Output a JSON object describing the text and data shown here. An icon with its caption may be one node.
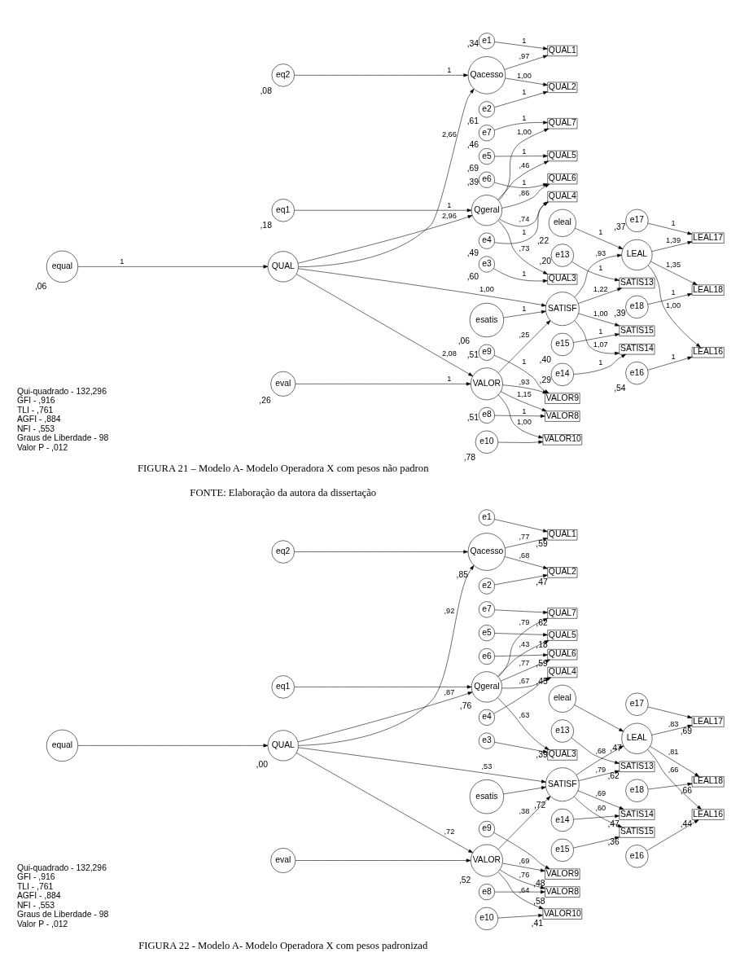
{
  "diagram": {
    "nodes": [
      {
        "text": [
          "eq2"
        ],
        "beside": [
          ",08"
        ]
      },
      {
        "text": [
          "e1"
        ],
        "beside": [
          ",34"
        ]
      },
      {
        "text": [
          "QUAL1"
        ]
      },
      {
        "text": [
          "Qacesso"
        ]
      },
      {
        "text": [
          "e2"
        ],
        "beside": [
          ",61"
        ]
      },
      {
        "text": [
          "QUAL2"
        ]
      },
      {
        "text": [
          "equal"
        ],
        "beside": [
          ",06"
        ]
      },
      {
        "text": [
          "QUAL"
        ]
      },
      {
        "text": [
          "e7"
        ],
        "beside": [
          ",46"
        ]
      },
      {
        "text": [
          "QUAL7"
        ]
      },
      {
        "text": [
          "e6"
        ],
        "beside": [
          ",39"
        ]
      },
      {
        "text": [
          "QUAL6"
        ]
      },
      {
        "text": [
          "eq1"
        ],
        "beside": [
          ",18"
        ]
      },
      {
        "text": [
          "e5"
        ],
        "beside": [
          ",69"
        ]
      },
      {
        "text": [
          "QUAL5"
        ]
      },
      {
        "text": [
          "Qgeral"
        ]
      },
      {
        "text": [
          "e3"
        ],
        "beside": [
          ",60"
        ]
      },
      {
        "text": [
          "QUAL3"
        ]
      },
      {
        "text": [
          "e4"
        ],
        "beside": [
          ",49"
        ]
      },
      {
        "text": [
          "QUAL4"
        ]
      },
      {
        "text": [
          "esatis"
        ],
        "beside": [
          ",06"
        ]
      },
      {
        "text": [
          "SATISF"
        ]
      },
      {
        "text": [
          "LEAL16"
        ]
      },
      {
        "text": [
          "e16"
        ],
        "beside": [
          ",54"
        ]
      },
      {
        "text": [
          "LEAL"
        ]
      },
      {
        "text": [
          "LEAL17"
        ]
      },
      {
        "text": [
          "e17"
        ],
        "beside": [
          ",37"
        ]
      },
      {
        "text": [
          "eval"
        ],
        "beside": [
          ",26"
        ]
      },
      {
        "text": [
          "VALOR"
        ]
      },
      {
        "text": [
          "LEAL18"
        ]
      },
      {
        "text": [
          "e18"
        ],
        "beside": [
          ",39"
        ]
      },
      {
        "text": [
          "eleal"
        ],
        "beside": [
          ",22"
        ]
      },
      {
        "text": [
          "SATIS13"
        ]
      },
      {
        "text": [
          "SATIS14"
        ]
      },
      {
        "text": [
          "SATIS15"
        ]
      },
      {
        "text": [
          "e13"
        ],
        "beside": [
          ",20"
        ]
      },
      {
        "text": [
          "e14"
        ],
        "beside": [
          ",29"
        ]
      },
      {
        "text": [
          "e15"
        ],
        "beside": [
          ",40"
        ]
      },
      {
        "text": [
          "VALOR8"
        ]
      },
      {
        "text": [
          "VALOR9"
        ]
      },
      {
        "text": [
          "VALOR10"
        ]
      },
      {
        "text": [
          "e8"
        ],
        "beside": [
          ",51"
        ]
      },
      {
        "text": [
          "e9"
        ],
        "beside": [
          ",51"
        ]
      },
      {
        "text": [
          "e10"
        ],
        "beside": [
          ",78"
        ]
      },
      {
        "text": [
          "eq2"
        ]
      },
      {
        "text": [
          "e1"
        ]
      },
      {
        "text": [
          "QUAL1"
        ],
        "beside": [
          ",59"
        ]
      },
      {
        "text": [
          "Qacesso"
        ],
        "beside": [
          ",85"
        ]
      },
      {
        "text": [
          "e2"
        ]
      },
      {
        "text": [
          "QUAL2"
        ],
        "beside": [
          ",47"
        ]
      },
      {
        "text": [
          "equal"
        ]
      },
      {
        "text": [
          "QUAL"
        ],
        "beside": [
          ",00"
        ]
      },
      {
        "text": [
          "e7"
        ]
      },
      {
        "text": [
          "QUAL7"
        ],
        "beside": [
          ",62"
        ]
      },
      {
        "text": [
          "e6"
        ]
      },
      {
        "text": [
          "QUAL6"
        ],
        "beside": [
          ",59"
        ]
      },
      {
        "text": [
          "eq1"
        ]
      },
      {
        "text": [
          "e5"
        ]
      },
      {
        "text": [
          "QUAL5"
        ],
        "beside": [
          ",18"
        ]
      },
      {
        "text": [
          "Qgeral"
        ],
        "beside": [
          ",76"
        ]
      },
      {
        "text": [
          "e3"
        ]
      },
      {
        "text": [
          "QUAL3"
        ],
        "beside": [
          ",39"
        ]
      },
      {
        "text": [
          "e4"
        ]
      },
      {
        "text": [
          "QUAL4"
        ],
        "beside": [
          ",45"
        ]
      },
      {
        "text": [
          "esatis"
        ]
      },
      {
        "text": [
          "SATISF"
        ],
        "beside": [
          ",72"
        ]
      },
      {
        "text": [
          "LEAL16"
        ],
        "beside": [
          ",44"
        ]
      },
      {
        "text": [
          "e16"
        ]
      },
      {
        "text": [
          "LEAL"
        ],
        "beside": [
          ",47"
        ]
      },
      {
        "text": [
          "LEAL17"
        ],
        "beside": [
          ",69"
        ]
      },
      {
        "text": [
          "e17"
        ]
      },
      {
        "text": [
          "eval"
        ]
      },
      {
        "text": [
          "VALOR"
        ],
        "beside": [
          ",52"
        ]
      },
      {
        "text": [
          "LEAL18"
        ],
        "beside": [
          ",66"
        ]
      },
      {
        "text": [
          "e18"
        ]
      },
      {
        "text": [
          "eleal"
        ]
      },
      {
        "text": [
          "SATIS13"
        ],
        "beside": [
          ",62"
        ]
      },
      {
        "text": [
          "SATIS14"
        ],
        "beside": [
          ",47"
        ]
      },
      {
        "text": [
          "SATIS15"
        ],
        "beside": [
          ",36"
        ]
      },
      {
        "text": [
          "e13"
        ]
      },
      {
        "text": [
          "e14"
        ]
      },
      {
        "text": [
          "e15"
        ]
      },
      {
        "text": [
          "VALOR8"
        ],
        "beside": [
          ",58"
        ]
      },
      {
        "text": [
          "VALOR9"
        ],
        "beside": [
          ",48"
        ]
      },
      {
        "text": [
          "VALOR10"
        ],
        "beside": [
          ",41"
        ]
      },
      {
        "text": [
          "e8"
        ]
      },
      {
        "text": [
          "e9"
        ]
      },
      {
        "text": [
          "e10"
        ]
      }
    ],
    "edges": [
      {
        "from": 1,
        "to": 2,
        "arrow": "to",
        "label": "1"
      },
      {
        "from": 4,
        "to": 5,
        "arrow": "to",
        "label": "1"
      },
      {
        "from": 0,
        "to": 3,
        "arrow": "to",
        "label": "1"
      },
      {
        "from": 3,
        "to": 2,
        "arrow": "to",
        "label": ",97"
      },
      {
        "from": 3,
        "to": 5,
        "arrow": "to",
        "label": "1,00"
      },
      {
        "from": 6,
        "to": 7,
        "arrow": "to",
        "label": "1"
      },
      {
        "from": 7,
        "to": 3,
        "arrow": "to",
        "label": "2,66"
      },
      {
        "from": 7,
        "to": 15,
        "arrow": "to",
        "label": "2,96"
      },
      {
        "from": 7,
        "to": 28,
        "arrow": "to",
        "label": "2,08"
      },
      {
        "from": 7,
        "to": 21,
        "arrow": "to",
        "label": "1,00"
      },
      {
        "from": 8,
        "to": 9,
        "arrow": "to",
        "label": "1"
      },
      {
        "from": 10,
        "to": 11,
        "arrow": "to",
        "label": "1"
      },
      {
        "from": 13,
        "to": 14,
        "arrow": "to",
        "label": "1"
      },
      {
        "from": 16,
        "to": 17,
        "arrow": "to",
        "label": "1"
      },
      {
        "from": 18,
        "to": 19,
        "arrow": "to",
        "label": "1"
      },
      {
        "from": 12,
        "to": 15,
        "arrow": "to",
        "label": "1"
      },
      {
        "from": 15,
        "to": 9,
        "arrow": "to",
        "label": "1,00"
      },
      {
        "from": 15,
        "to": 11,
        "arrow": "to",
        "label": ",86"
      },
      {
        "from": 15,
        "to": 14,
        "arrow": "to",
        "label": ",46"
      },
      {
        "from": 15,
        "to": 17,
        "arrow": "to",
        "label": ",73"
      },
      {
        "from": 15,
        "to": 19,
        "arrow": "to",
        "label": ",74"
      },
      {
        "from": 27,
        "to": 28,
        "arrow": "to",
        "label": "1"
      },
      {
        "from": 28,
        "to": 21,
        "arrow": "to",
        "label": ",25"
      },
      {
        "from": 20,
        "to": 21,
        "arrow": "to",
        "label": "1"
      },
      {
        "from": 21,
        "to": 24,
        "arrow": "to",
        "label": ",93"
      },
      {
        "from": 31,
        "to": 24,
        "arrow": "to",
        "label": "1"
      },
      {
        "from": 24,
        "to": 22,
        "arrow": "to",
        "label": "1,00"
      },
      {
        "from": 24,
        "to": 25,
        "arrow": "to",
        "label": "1,39"
      },
      {
        "from": 24,
        "to": 29,
        "arrow": "to",
        "label": "1,35"
      },
      {
        "from": 23,
        "to": 22,
        "arrow": "to",
        "label": "1"
      },
      {
        "from": 26,
        "to": 25,
        "arrow": "to",
        "label": "1"
      },
      {
        "from": 30,
        "to": 29,
        "arrow": "to",
        "label": "1"
      },
      {
        "from": 21,
        "to": 32,
        "arrow": "to",
        "label": "1,22"
      },
      {
        "from": 21,
        "to": 33,
        "arrow": "to",
        "label": "1,07"
      },
      {
        "from": 21,
        "to": 34,
        "arrow": "to",
        "label": "1,00"
      },
      {
        "from": 35,
        "to": 32,
        "arrow": "to",
        "label": "1"
      },
      {
        "from": 36,
        "to": 33,
        "arrow": "to",
        "label": "1"
      },
      {
        "from": 37,
        "to": 34,
        "arrow": "to",
        "label": "1"
      },
      {
        "from": 28,
        "to": 38,
        "arrow": "to",
        "label": "1,15"
      },
      {
        "from": 28,
        "to": 39,
        "arrow": "to",
        "label": ",93"
      },
      {
        "from": 28,
        "to": 40,
        "arrow": "to",
        "label": "1,00"
      },
      {
        "from": 41,
        "to": 38,
        "arrow": "to",
        "label": "1"
      },
      {
        "from": 42,
        "to": 39,
        "arrow": "to",
        "label": "1"
      },
      {
        "from": 43,
        "to": 40,
        "arrow": "to"
      },
      {
        "from": 45,
        "to": 46,
        "arrow": "to"
      },
      {
        "from": 48,
        "to": 49,
        "arrow": "to"
      },
      {
        "from": 44,
        "to": 47,
        "arrow": "to"
      },
      {
        "from": 47,
        "to": 46,
        "arrow": "to",
        "label": ",77"
      },
      {
        "from": 47,
        "to": 49,
        "arrow": "to",
        "label": ",68"
      },
      {
        "from": 50,
        "to": 51,
        "arrow": "to"
      },
      {
        "from": 51,
        "to": 47,
        "arrow": "to",
        "label": ",92"
      },
      {
        "from": 51,
        "to": 59,
        "arrow": "to",
        "label": ",87"
      },
      {
        "from": 51,
        "to": 72,
        "arrow": "to",
        "label": ",72"
      },
      {
        "from": 51,
        "to": 65,
        "arrow": "to",
        "label": ",53"
      },
      {
        "from": 52,
        "to": 53,
        "arrow": "to"
      },
      {
        "from": 54,
        "to": 55,
        "arrow": "to"
      },
      {
        "from": 57,
        "to": 58,
        "arrow": "to"
      },
      {
        "from": 60,
        "to": 61,
        "arrow": "to"
      },
      {
        "from": 62,
        "to": 63,
        "arrow": "to"
      },
      {
        "from": 56,
        "to": 59,
        "arrow": "to"
      },
      {
        "from": 59,
        "to": 53,
        "arrow": "to",
        "label": ",79"
      },
      {
        "from": 59,
        "to": 55,
        "arrow": "to",
        "label": ",77"
      },
      {
        "from": 59,
        "to": 58,
        "arrow": "to",
        "label": ",43"
      },
      {
        "from": 59,
        "to": 61,
        "arrow": "to",
        "label": ",63"
      },
      {
        "from": 59,
        "to": 63,
        "arrow": "to",
        "label": ",67"
      },
      {
        "from": 71,
        "to": 72,
        "arrow": "to"
      },
      {
        "from": 72,
        "to": 65,
        "arrow": "to",
        "label": ",38"
      },
      {
        "from": 64,
        "to": 65,
        "arrow": "to"
      },
      {
        "from": 65,
        "to": 68,
        "arrow": "to",
        "label": ",68"
      },
      {
        "from": 75,
        "to": 68,
        "arrow": "to"
      },
      {
        "from": 68,
        "to": 66,
        "arrow": "to",
        "label": ",66"
      },
      {
        "from": 68,
        "to": 69,
        "arrow": "to",
        "label": ",83"
      },
      {
        "from": 68,
        "to": 73,
        "arrow": "to",
        "label": ",81"
      },
      {
        "from": 67,
        "to": 66,
        "arrow": "to"
      },
      {
        "from": 70,
        "to": 69,
        "arrow": "to"
      },
      {
        "from": 74,
        "to": 73,
        "arrow": "to"
      },
      {
        "from": 65,
        "to": 76,
        "arrow": "to",
        "label": ",79"
      },
      {
        "from": 65,
        "to": 77,
        "arrow": "to",
        "label": ",69"
      },
      {
        "from": 65,
        "to": 78,
        "arrow": "to",
        "label": ",60"
      },
      {
        "from": 79,
        "to": 76,
        "arrow": "to"
      },
      {
        "from": 80,
        "to": 77,
        "arrow": "to"
      },
      {
        "from": 81,
        "to": 78,
        "arrow": "to"
      },
      {
        "from": 72,
        "to": 82,
        "arrow": "to",
        "label": ",76"
      },
      {
        "from": 72,
        "to": 83,
        "arrow": "to",
        "label": ",69"
      },
      {
        "from": 72,
        "to": 84,
        "arrow": "to",
        "label": ",64"
      },
      {
        "from": 85,
        "to": 82,
        "arrow": "to"
      },
      {
        "from": 86,
        "to": 83,
        "arrow": "to"
      },
      {
        "from": 87,
        "to": 84,
        "arrow": "to"
      }
    ],
    "labels": [
      "Qui-quadrado - 132,296",
      "GFI - ,916",
      "TLI - ,761",
      "AGFI - ,884",
      "NFI - ,553",
      "Graus de Liberdade - 98",
      "Valor P - ,012",
      "Qui-quadrado - 132,296",
      "GFI - ,916",
      "TLI - ,761",
      "AGFI - ,884",
      "NFI - ,553",
      "Graus de Liberdade - 98",
      "Valor P - ,012",
      "FIGURA 21 – Modelo A- Modelo Operadora X com pesos não padron",
      "FONTE: Elaboração da autora da dissertação",
      "FIGURA 22 - Modelo A- Modelo Operadora X com pesos padronizad"
    ]
  }
}
